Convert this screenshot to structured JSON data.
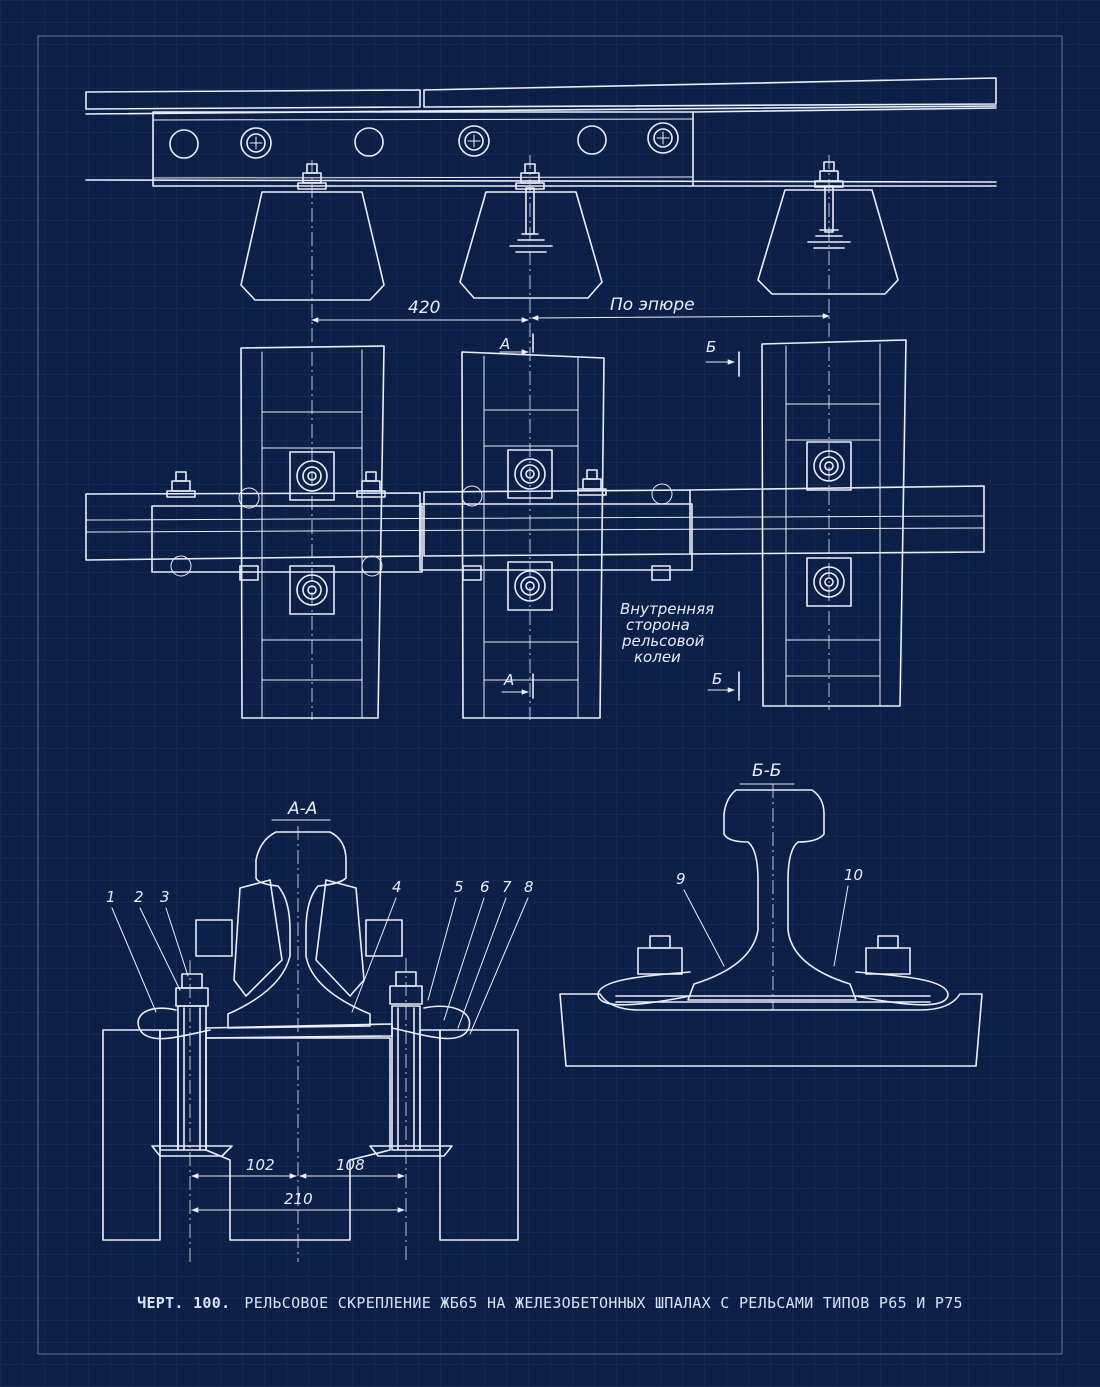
{
  "drawing": {
    "caption_number": "ЧЕРТ. 100.",
    "caption_text": "РЕЛЬСОВОЕ СКРЕПЛЕНИЕ ЖБ65 НА ЖЕЛЕЗОБЕТОННЫХ ШПАЛАХ С РЕЛЬСАМИ ТИПОВ Р65 И Р75"
  },
  "plan": {
    "dim_spacing": "420",
    "dim_by_diagram": "По эпюре",
    "section_a_top": "А",
    "section_a_bottom": "А",
    "section_b_top": "Б",
    "section_b_bottom": "Б",
    "inner_side_note": [
      "Внутренняя",
      "сторона",
      "рельсовой",
      "колеи"
    ]
  },
  "section_aa": {
    "title": "А-А",
    "callouts": [
      "1",
      "2",
      "3",
      "4",
      "5",
      "6",
      "7",
      "8"
    ],
    "dim_left": "102",
    "dim_right": "108",
    "dim_total": "210"
  },
  "section_bb": {
    "title": "Б-Б",
    "callouts": [
      "9",
      "10"
    ]
  },
  "colors": {
    "background": "#0c1f47",
    "grid": "#1b3266",
    "ink": "#e9eef8"
  }
}
